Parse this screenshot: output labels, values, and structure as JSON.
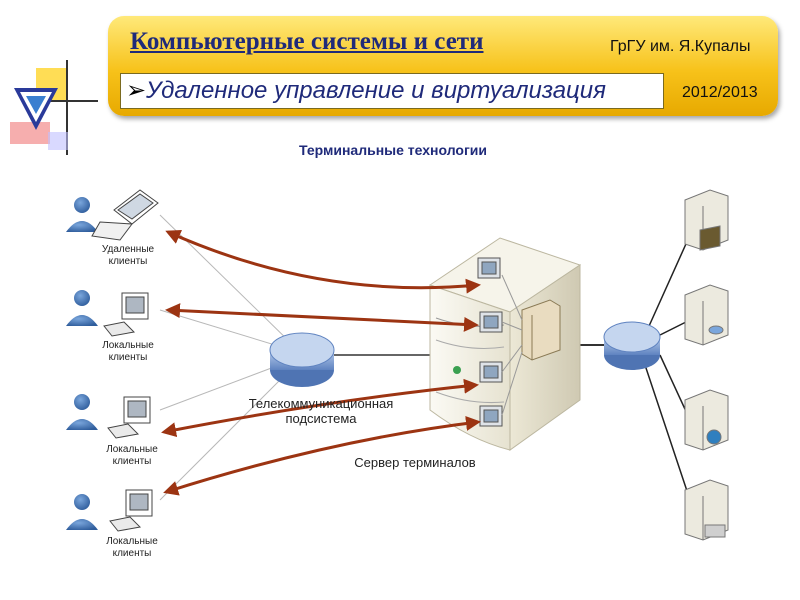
{
  "header": {
    "course_title": "Компьютерные системы и сети",
    "university": "ГрГУ им. Я.Купалы",
    "topic_bullet": "➢",
    "topic": "Удаленное управление и виртуализация",
    "year": "2012/2013"
  },
  "slide_title": "Терминальные технологии",
  "diagram": {
    "clients": [
      {
        "label_line1": "Удаленные",
        "label_line2": "клиенты",
        "device": "laptop-icon"
      },
      {
        "label_line1": "Локальные",
        "label_line2": "клиенты",
        "device": "desktop-icon"
      },
      {
        "label_line1": "Локальные",
        "label_line2": "клиенты",
        "device": "desktop-icon"
      },
      {
        "label_line1": "Локальные",
        "label_line2": "клиенты",
        "device": "desktop-icon"
      }
    ],
    "telecom_label_line1": "Телекоммуникационная",
    "telecom_label_line2": "подсистема",
    "server_label": "Сервер терминалов",
    "colors": {
      "arrow": "#9c3412",
      "banner": "#f7c21a",
      "title_blue": "#1f2a7a",
      "router": "#7f9fd0"
    }
  }
}
